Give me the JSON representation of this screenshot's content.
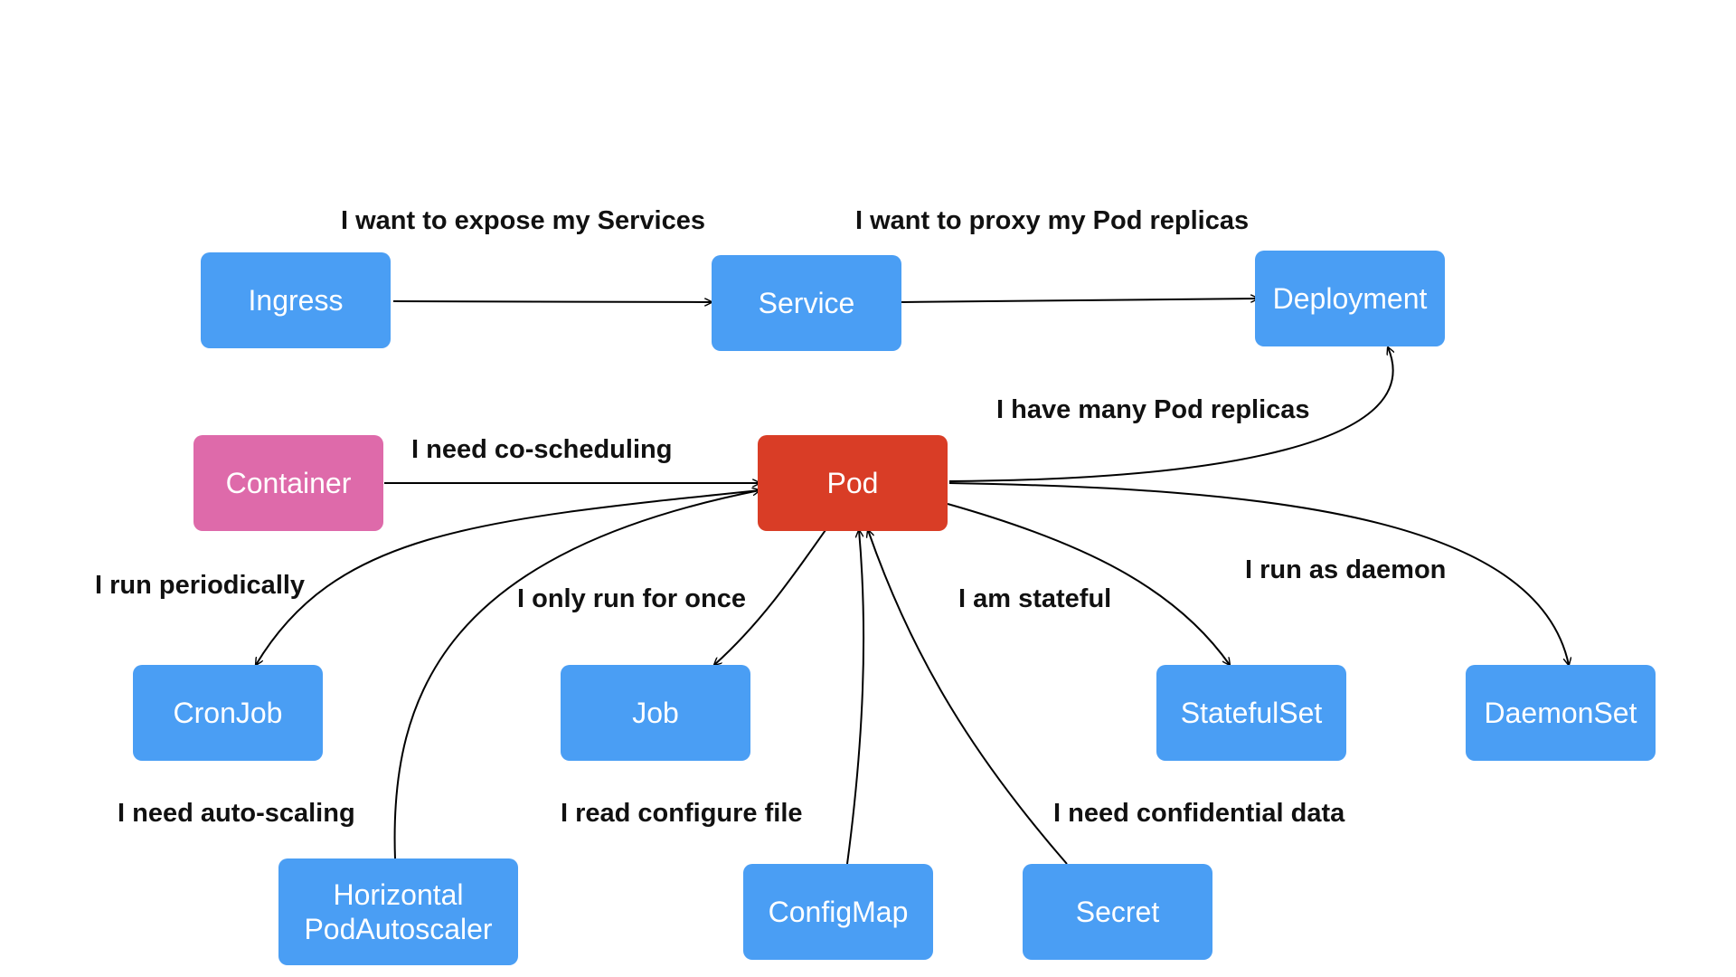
{
  "colors": {
    "node": "#4a9ef4",
    "pod": "#d93d26",
    "container": "#de6aaa",
    "edge": "#000000",
    "label": "#111111"
  },
  "nodes": {
    "ingress": "Ingress",
    "service": "Service",
    "deployment": "Deployment",
    "container": "Container",
    "pod": "Pod",
    "cronjob": "CronJob",
    "job": "Job",
    "statefulset": "StatefulSet",
    "daemonset": "DaemonSet",
    "hpa_line1": "Horizontal",
    "hpa_line2": "PodAutoscaler",
    "configmap": "ConfigMap",
    "secret": "Secret"
  },
  "labels": {
    "expose": "I want to expose my Services",
    "proxy": "I want to proxy my Pod replicas",
    "replicas": "I have many Pod replicas",
    "coscheduling": "I need co-scheduling",
    "periodically": "I run periodically",
    "once": "I only run for once",
    "stateful": "I am stateful",
    "daemon": "I run as daemon",
    "autoscaling": "I need auto-scaling",
    "configfile": "I read configure file",
    "confidential": "I need confidential data"
  }
}
